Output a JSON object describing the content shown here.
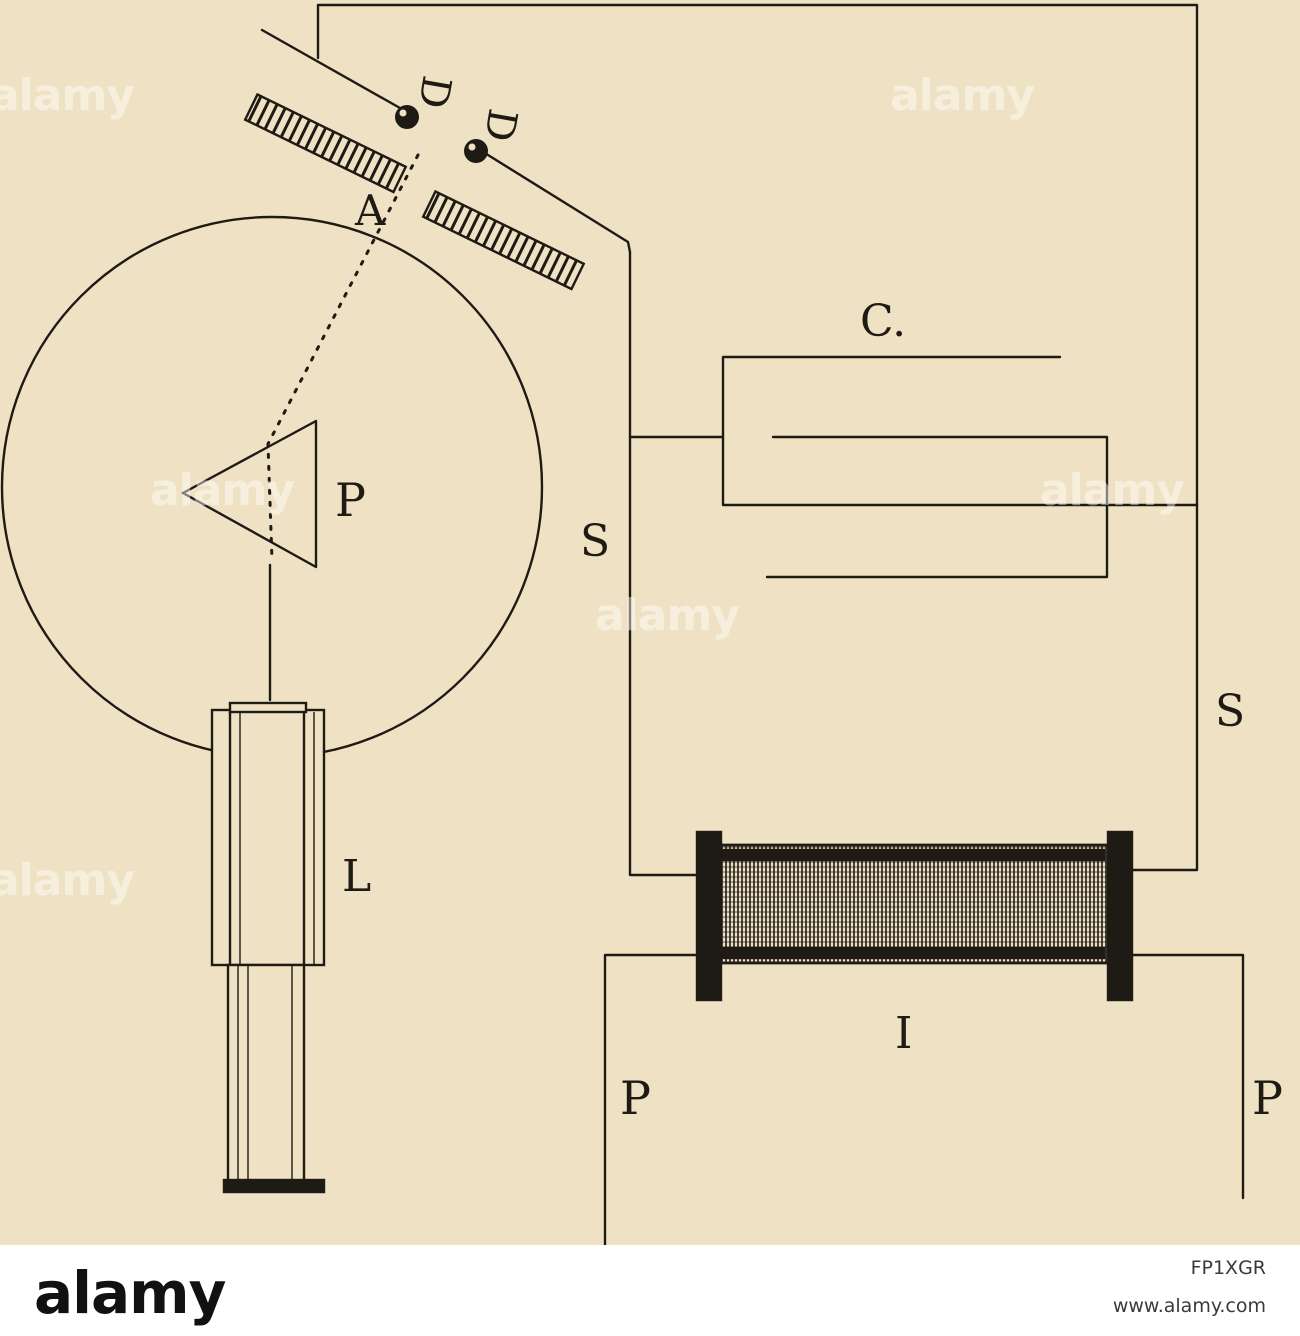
{
  "figure": {
    "labels": {
      "spark_ball_1": "D",
      "spark_ball_2": "D",
      "aperture": "A",
      "prism": "P",
      "lens_tube": "L",
      "condenser": "C.",
      "secondary_left": "S",
      "secondary_right": "S",
      "induction_coil": "I",
      "primary_left": "P",
      "primary_right": "P"
    },
    "line_color": "#1e1a14",
    "paper_color": "#efe2c4"
  },
  "watermark": {
    "logo": "alamy",
    "image_id": "FP1XGR",
    "site": "www.alamy.com",
    "overlay": [
      "alamy",
      "alamy",
      "alamy",
      "alamy",
      "alamy",
      "alamy"
    ]
  }
}
